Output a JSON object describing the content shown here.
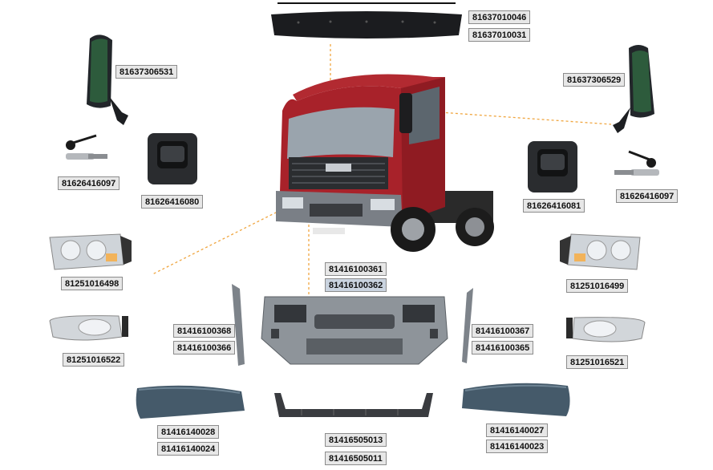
{
  "labels": {
    "sunvisor_a": "81637010046",
    "sunvisor_b": "81637010031",
    "mirror_left": "81637306531",
    "mirror_right": "81637306529",
    "lock_left": "81626416097",
    "lock_right": "81626416097",
    "handle_left": "81626416080",
    "handle_right": "81626416081",
    "bumper_a": "81416100361",
    "bumper_b": "81416100362",
    "headlamp_left": "81251016498",
    "headlamp_right": "81251016499",
    "foglamp_left": "81251016522",
    "foglamp_right": "81251016521",
    "bracket_left_a": "81416100368",
    "bracket_left_b": "81416100366",
    "bracket_right_a": "81416100367",
    "bracket_right_b": "81416100365",
    "corner_left_a": "81416140028",
    "corner_left_b": "81416140024",
    "spoiler_a": "81416505013",
    "spoiler_b": "81416505011",
    "corner_right_a": "81416140027",
    "corner_right_b": "81416140023"
  },
  "colors": {
    "cab_red": "#a8222a",
    "part_grey": "#8a9096",
    "part_dark": "#1e1f22",
    "leader_orange": "#f0a640",
    "label_bg": "#e7e7e7",
    "label_highlight": "#c9d3df"
  }
}
